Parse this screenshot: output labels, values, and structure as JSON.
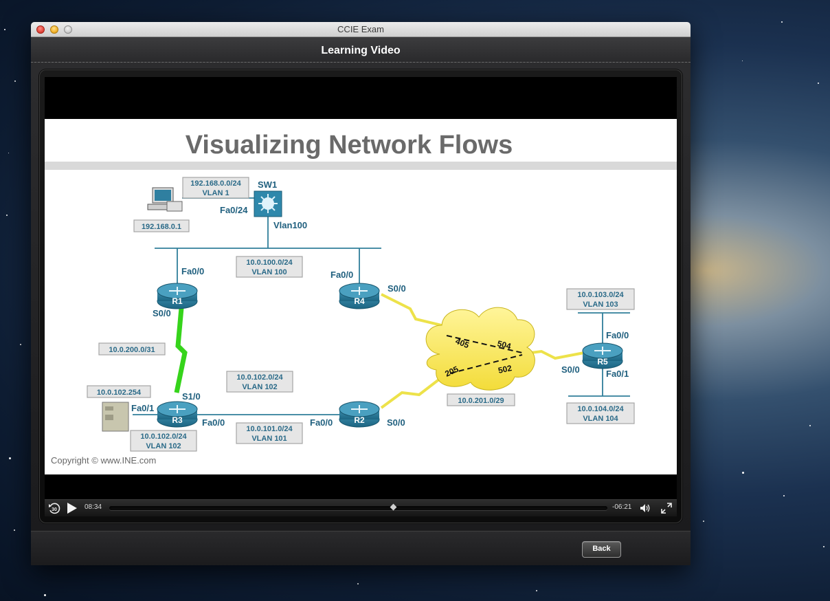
{
  "window": {
    "title": "CCIE Exam"
  },
  "header": {
    "title": "Learning Video"
  },
  "slide": {
    "title": "Visualizing Network Flows",
    "copyright": "Copyright © www.INE.com",
    "devices": {
      "sw1": "SW1",
      "r1": "R1",
      "r2": "R2",
      "r3": "R3",
      "r4": "R4",
      "r5": "R5"
    },
    "interfaces": {
      "sw1_fa024": "Fa0/24",
      "sw1_vlan100": "Vlan100",
      "r1_fa00": "Fa0/0",
      "r1_s00": "S0/0",
      "r4_fa00": "Fa0/0",
      "r4_s00": "S0/0",
      "r3_s10": "S1/0",
      "r3_fa01": "Fa0/1",
      "r3_fa00": "Fa0/0",
      "r2_fa00": "Fa0/0",
      "r2_s00": "S0/0",
      "r5_fa00": "Fa0/0",
      "r5_s00": "S0/0",
      "r5_fa01": "Fa0/1"
    },
    "boxes": {
      "vlan1_net": "192.168.0.0/24",
      "vlan1_name": "VLAN 1",
      "pc_ip": "192.168.0.1",
      "vlan100_net": "10.0.100.0/24",
      "vlan100_name": "VLAN 100",
      "serial_net": "10.0.200.0/31",
      "server_ip": "10.0.102.254",
      "vlan102a_net": "10.0.102.0/24",
      "vlan102a_name": "VLAN 102",
      "vlan102b_net": "10.0.102.0/24",
      "vlan102b_name": "VLAN 102",
      "vlan101_net": "10.0.101.0/24",
      "vlan101_name": "VLAN 101",
      "frame_net": "10.0.201.0/29",
      "vlan103_net": "10.0.103.0/24",
      "vlan103_name": "VLAN 103",
      "vlan104_net": "10.0.104.0/24",
      "vlan104_name": "VLAN 104"
    },
    "dlci": {
      "d405": "405",
      "d504": "504",
      "d205": "205",
      "d502": "502"
    }
  },
  "player": {
    "skip_label": "30",
    "elapsed": "08:34",
    "remaining": "-06:21",
    "progress": 0.57
  },
  "footer": {
    "back_label": "Back"
  }
}
